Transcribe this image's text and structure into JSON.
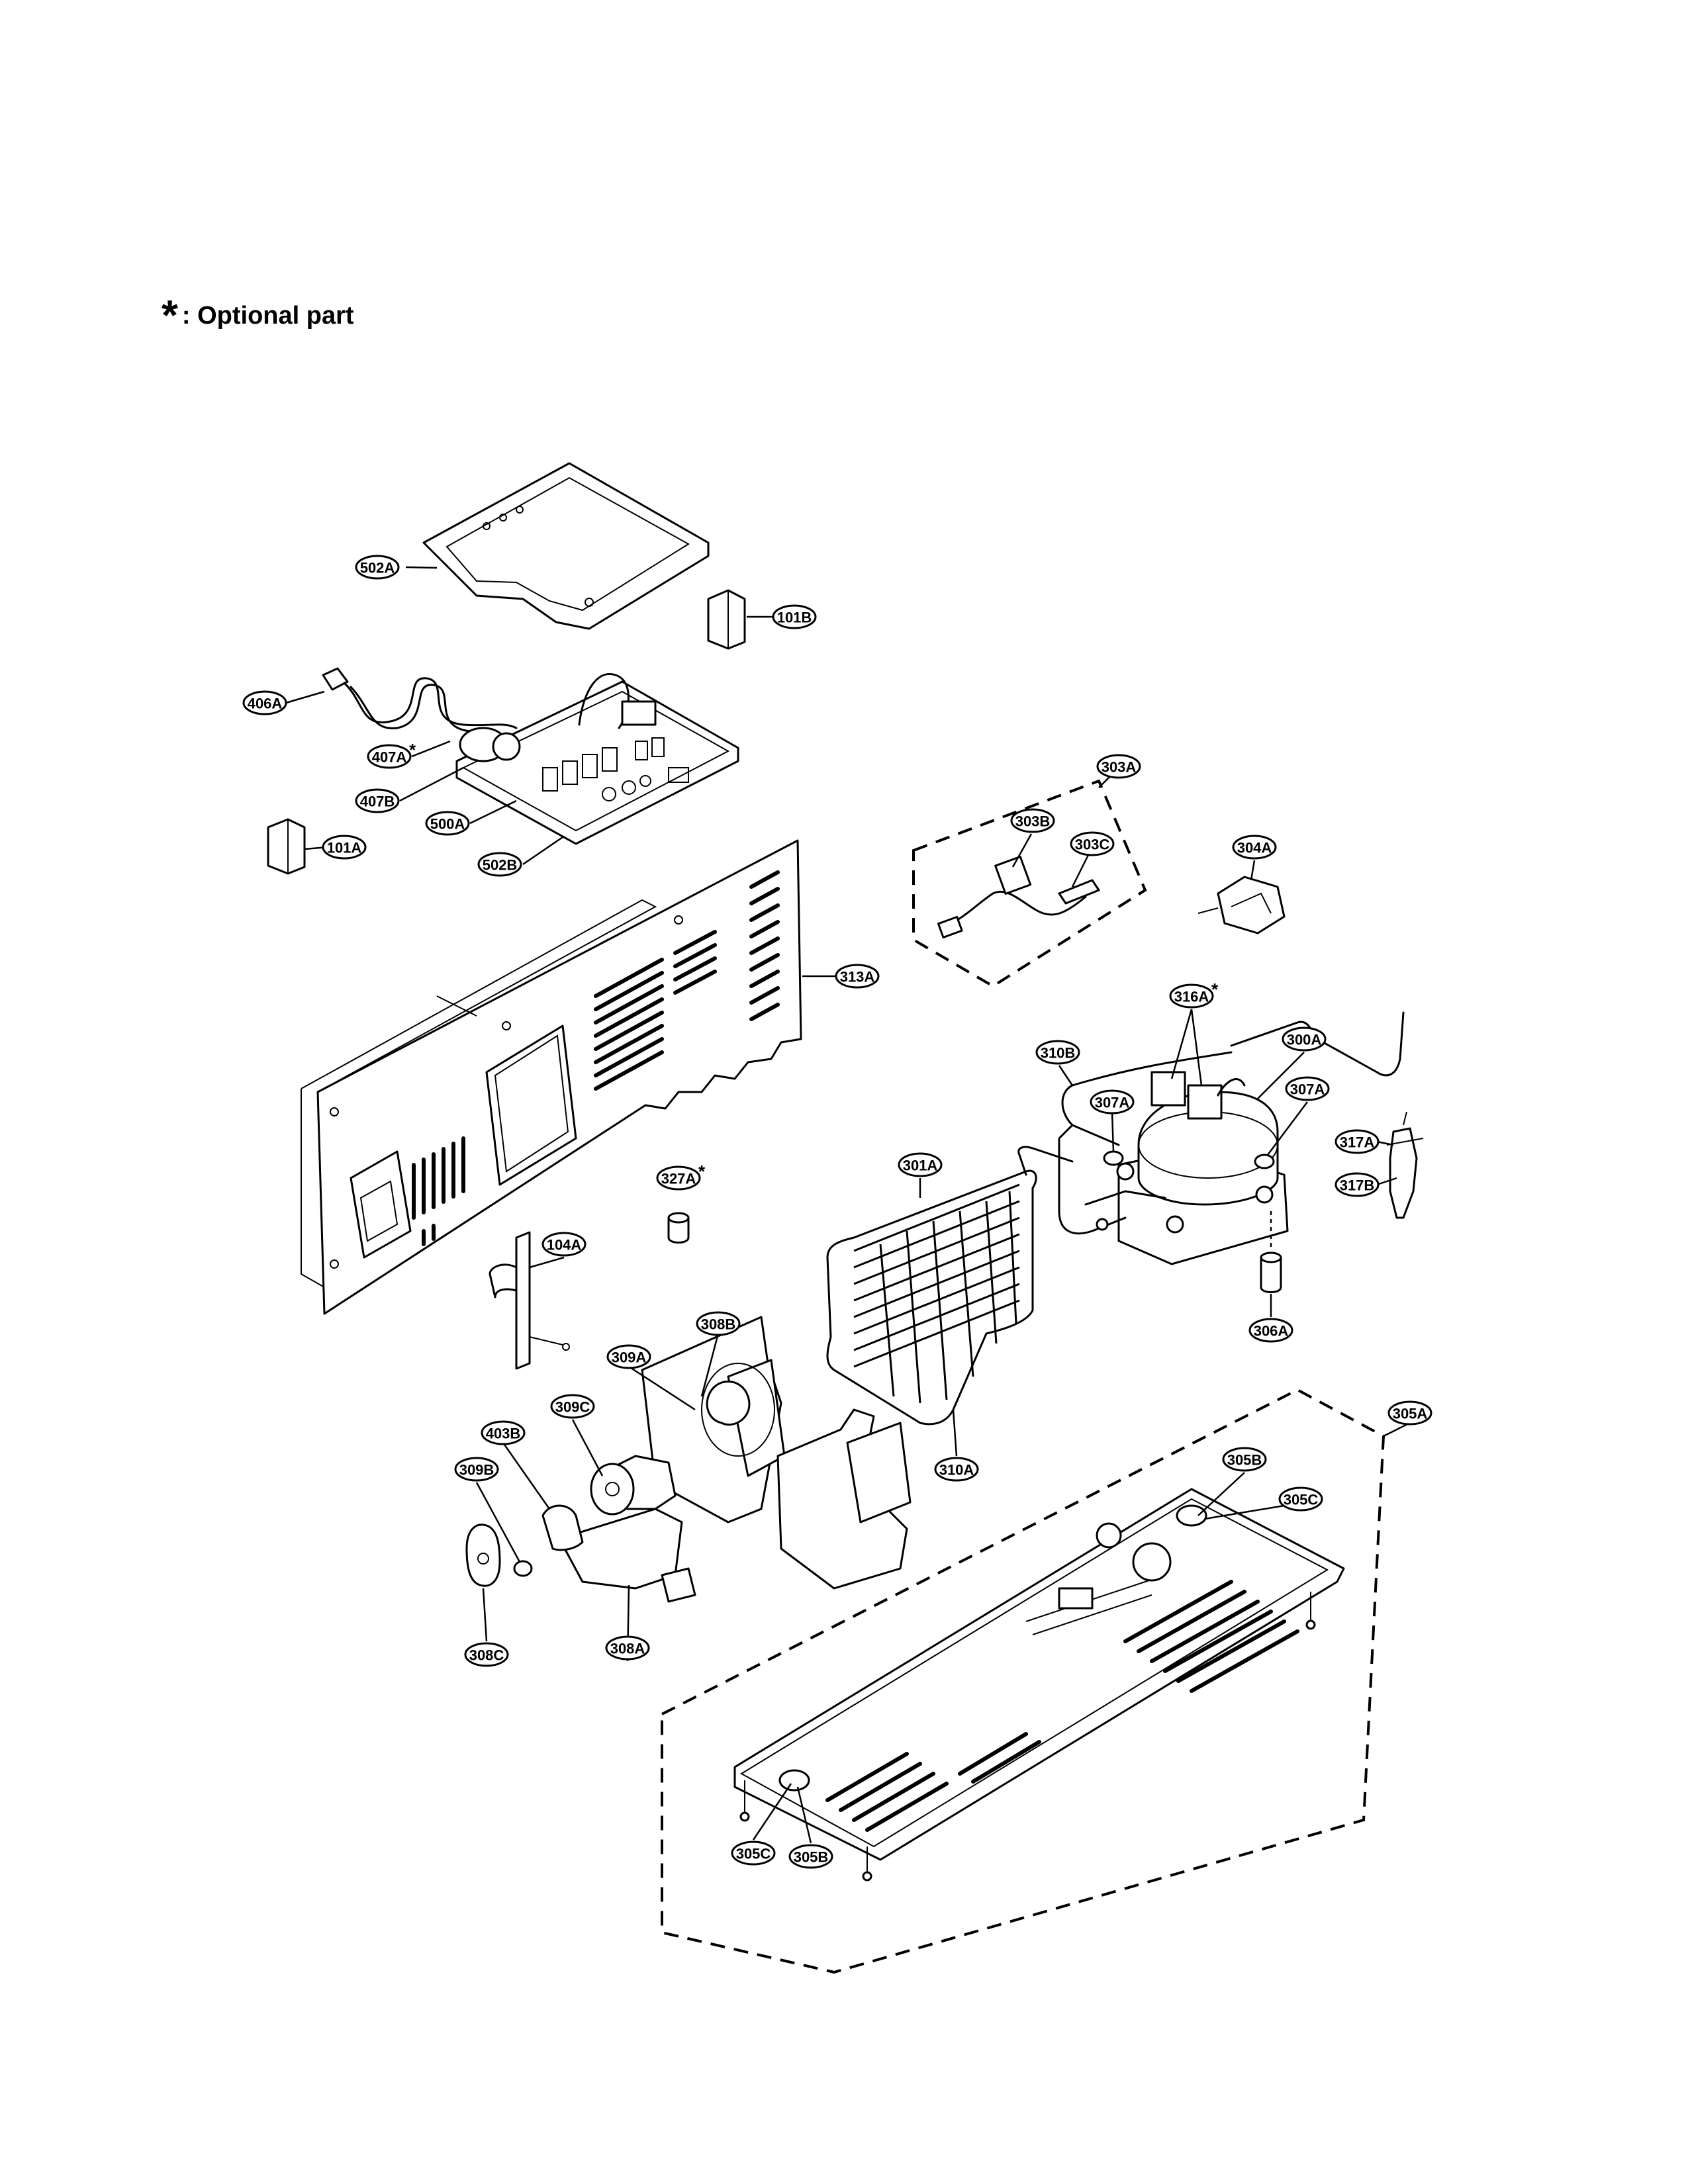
{
  "legend": {
    "symbol": "*",
    "text": ": Optional part"
  },
  "parts": [
    {
      "id": "502A",
      "optional": false
    },
    {
      "id": "101B",
      "optional": false
    },
    {
      "id": "406A",
      "optional": false
    },
    {
      "id": "407A",
      "optional": true
    },
    {
      "id": "407B",
      "optional": false
    },
    {
      "id": "500A",
      "optional": false
    },
    {
      "id": "101A",
      "optional": false
    },
    {
      "id": "502B",
      "optional": false
    },
    {
      "id": "303A",
      "optional": false
    },
    {
      "id": "303B",
      "optional": false
    },
    {
      "id": "303C",
      "optional": false
    },
    {
      "id": "304A",
      "optional": false
    },
    {
      "id": "313A",
      "optional": false
    },
    {
      "id": "316A",
      "optional": true
    },
    {
      "id": "310B",
      "optional": false
    },
    {
      "id": "300A",
      "optional": false
    },
    {
      "id": "307A",
      "optional": false
    },
    {
      "id": "307A",
      "optional": false
    },
    {
      "id": "317A",
      "optional": false
    },
    {
      "id": "317B",
      "optional": false
    },
    {
      "id": "327A",
      "optional": true
    },
    {
      "id": "301A",
      "optional": false
    },
    {
      "id": "104A",
      "optional": false
    },
    {
      "id": "306A",
      "optional": false
    },
    {
      "id": "308B",
      "optional": false
    },
    {
      "id": "309A",
      "optional": false
    },
    {
      "id": "309C",
      "optional": false
    },
    {
      "id": "403B",
      "optional": false
    },
    {
      "id": "309B",
      "optional": false
    },
    {
      "id": "310A",
      "optional": false
    },
    {
      "id": "305A",
      "optional": false
    },
    {
      "id": "305B",
      "optional": false
    },
    {
      "id": "305C",
      "optional": false
    },
    {
      "id": "308C",
      "optional": false
    },
    {
      "id": "308A",
      "optional": false
    },
    {
      "id": "305C",
      "optional": false
    },
    {
      "id": "305B",
      "optional": false
    }
  ]
}
